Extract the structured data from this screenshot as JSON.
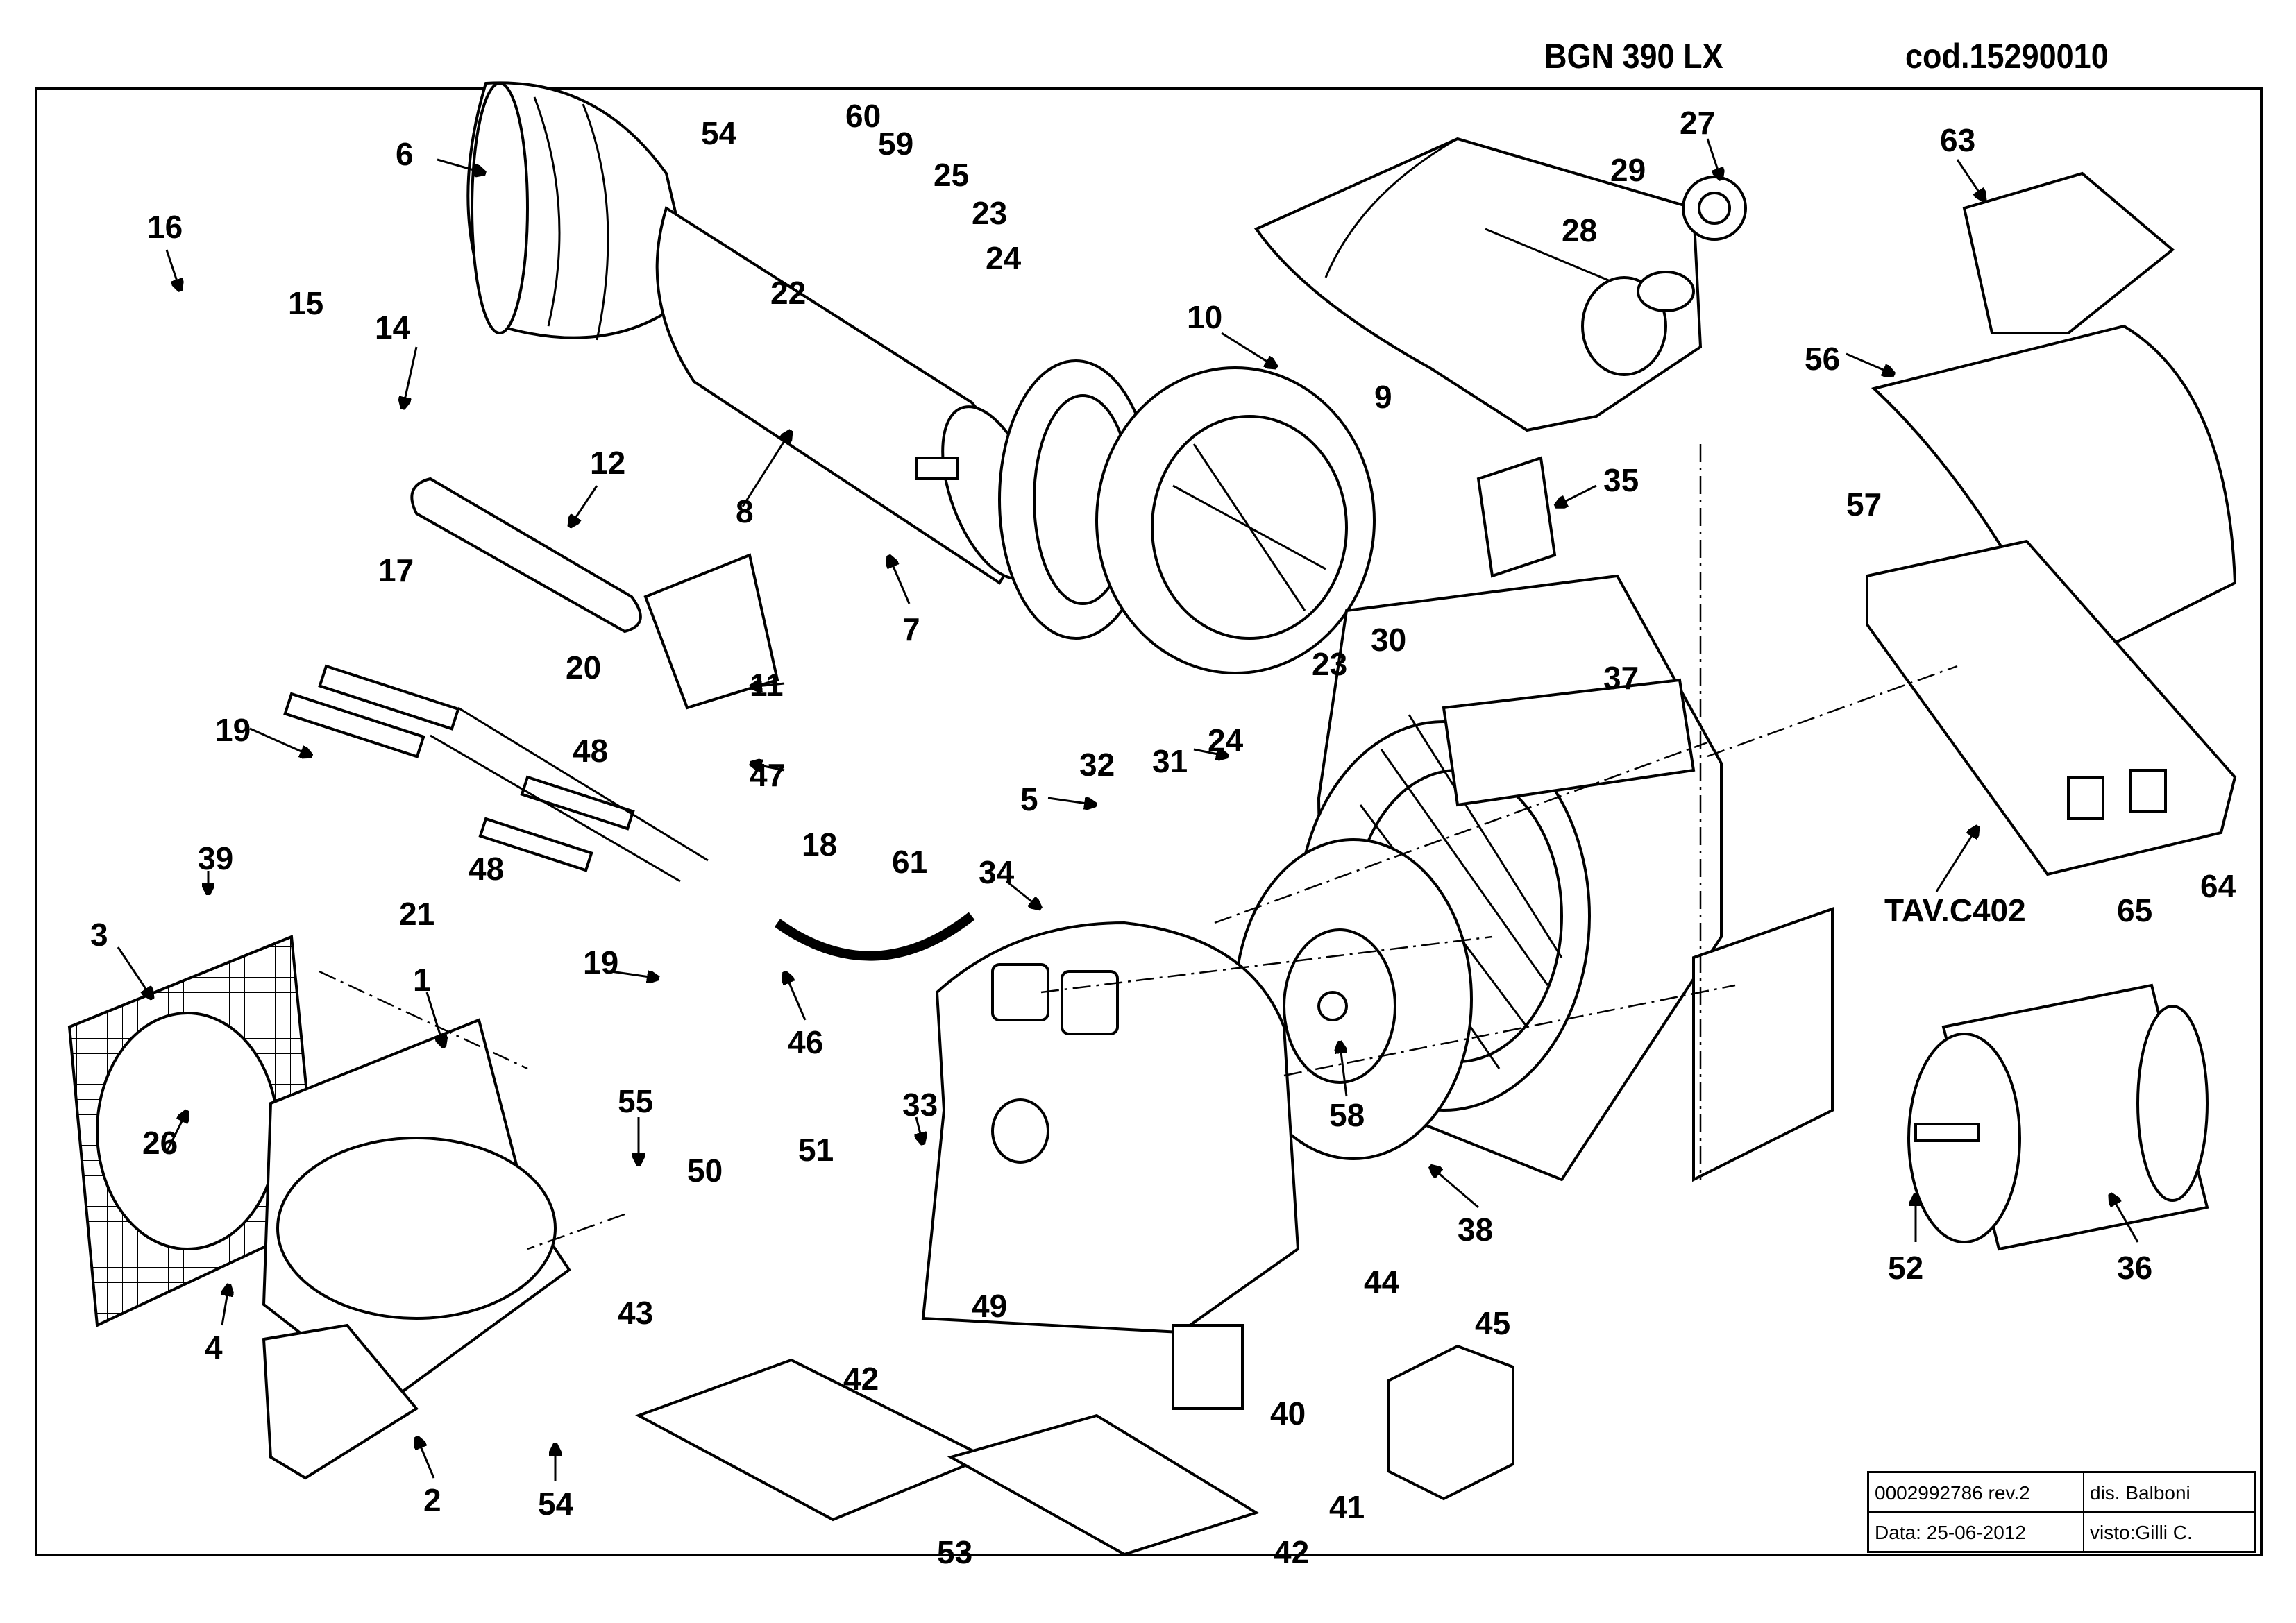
{
  "header": {
    "model": "BGN 390 LX",
    "code": "cod.15290010"
  },
  "title_block": {
    "doc_number": "0002992786 rev.2",
    "drawn_by": "dis. Balboni",
    "date": "Data: 25-06-2012",
    "checked_by": "visto:Gilli C."
  },
  "labels": {
    "p1": "1",
    "p2": "2",
    "p3": "3",
    "p4": "4",
    "p5": "5",
    "p6": "6",
    "p7": "7",
    "p8": "8",
    "p9": "9",
    "p10": "10",
    "p11": "11",
    "p12": "12",
    "p14": "14",
    "p15": "15",
    "p16": "16",
    "p17": "17",
    "p18": "18",
    "p19a": "19",
    "p19b": "19",
    "p20": "20",
    "p21": "21",
    "p22": "22",
    "p23a": "23",
    "p23b": "23",
    "p24a": "24",
    "p24b": "24",
    "p25": "25",
    "p26": "26",
    "p27": "27",
    "p28": "28",
    "p29": "29",
    "p30": "30",
    "p31": "31",
    "p32": "32",
    "p33": "33",
    "p34": "34",
    "p35": "35",
    "p36": "36",
    "p37": "37",
    "p38": "38",
    "p39": "39",
    "p40": "40",
    "p41": "41",
    "p42a": "42",
    "p42b": "42",
    "p43": "43",
    "p44": "44",
    "p45": "45",
    "p46": "46",
    "p47": "47",
    "p48a": "48",
    "p48b": "48",
    "p49": "49",
    "p50": "50",
    "p51": "51",
    "p52": "52",
    "p53": "53",
    "p54a": "54",
    "p54b": "54",
    "p55": "55",
    "p56": "56",
    "p57": "57",
    "p58": "58",
    "p59": "59",
    "p60": "60",
    "p61": "61",
    "p63": "63",
    "p64": "64",
    "p65": "65",
    "ref_tav": "TAV.C402"
  }
}
